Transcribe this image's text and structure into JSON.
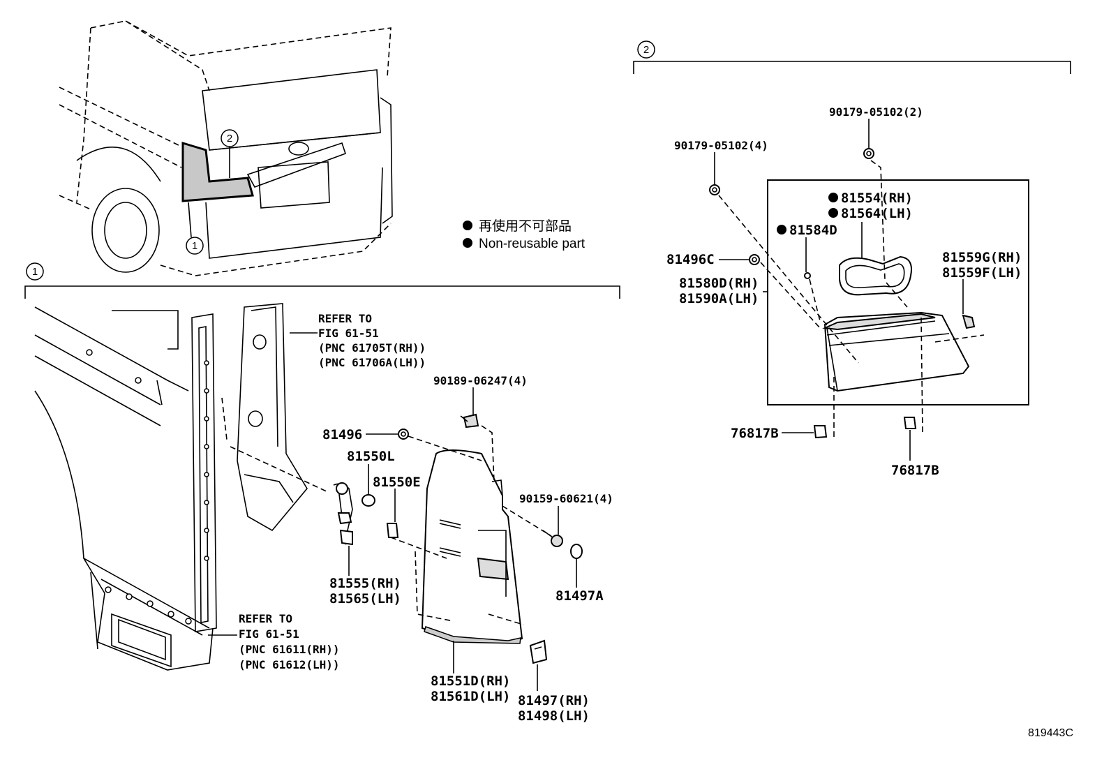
{
  "legend": {
    "jp": "再使用不可部品",
    "en": "Non-reusable part"
  },
  "diagram_id": "819443C",
  "sections": [
    {
      "num": "1"
    },
    {
      "num": "2"
    }
  ],
  "callouts": {
    "vehicle_1": "1",
    "vehicle_2": "2"
  },
  "refer_upper": {
    "line1": "REFER TO",
    "line2": "FIG 61-51",
    "line3": "(PNC 61705T(RH))",
    "line4": "(PNC 61706A(LH))"
  },
  "refer_lower": {
    "line1": "REFER TO",
    "line2": "FIG 61-51",
    "line3": "(PNC 61611(RH))",
    "line4": "(PNC 61612(LH))"
  },
  "parts_section1": {
    "p81496": "81496",
    "p90189": "90189-06247(4)",
    "p81550L": "81550L",
    "p81550E": "81550E",
    "p90159": "90159-60621(4)",
    "p81555": "81555(RH)",
    "p81565": "81565(LH)",
    "p81497A": "81497A",
    "p81551D": "81551D(RH)",
    "p81561D": "81561D(LH)",
    "p81497": "81497(RH)",
    "p81498": "81498(LH)"
  },
  "parts_section2": {
    "p90179b": "90179-05102(2)",
    "p90179a": "90179-05102(4)",
    "p81554": "81554(RH)",
    "p81564": "81564(LH)",
    "p81584D": "81584D",
    "p81496C": "81496C",
    "p81580D": "81580D(RH)",
    "p81590A": "81590A(LH)",
    "p81559G": "81559G(RH)",
    "p81559F": "81559F(LH)",
    "p76817B_left": "76817B",
    "p76817B_bottom": "76817B"
  }
}
